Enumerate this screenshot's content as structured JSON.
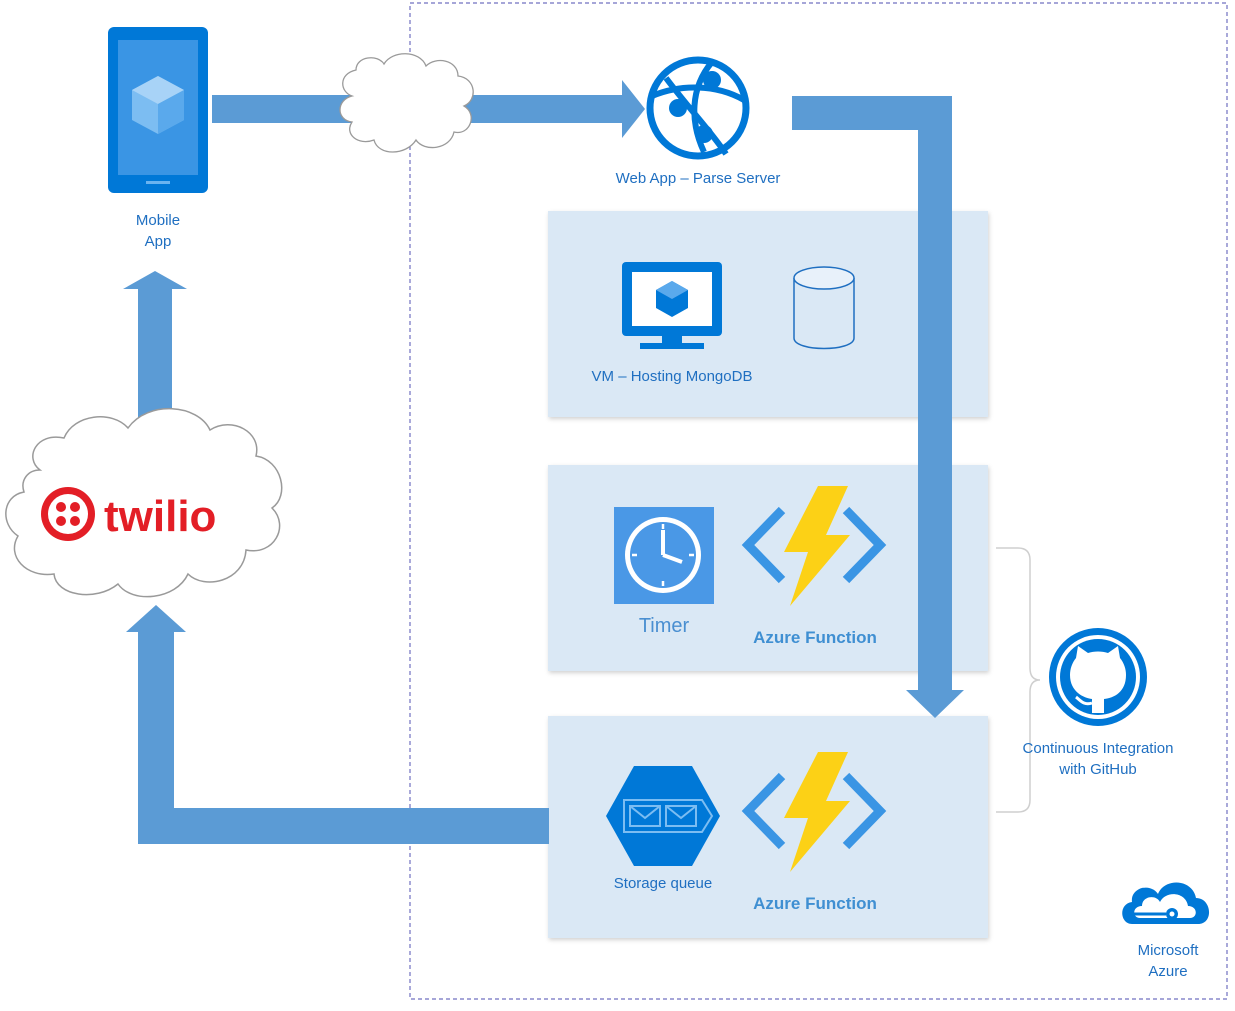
{
  "labels": {
    "mobile_app": "Mobile\nApp",
    "web_app": "Web App – Parse Server",
    "vm": "VM – Hosting MongoDB",
    "timer": "Timer",
    "azure_function_1": "Azure Function",
    "azure_function_2": "Azure Function",
    "storage_queue": "Storage queue",
    "ci_github": "Continuous Integration\nwith GitHub",
    "microsoft_azure": "Microsoft\nAzure"
  },
  "logos": {
    "twilio": "twilio"
  },
  "colors": {
    "arrow": "#5b9bd5",
    "accent": "#0078d7",
    "panel": "#dae8f5",
    "azure_border": "#7070c0",
    "lightning": "#fcd116",
    "twilio_red": "#e31e26"
  }
}
